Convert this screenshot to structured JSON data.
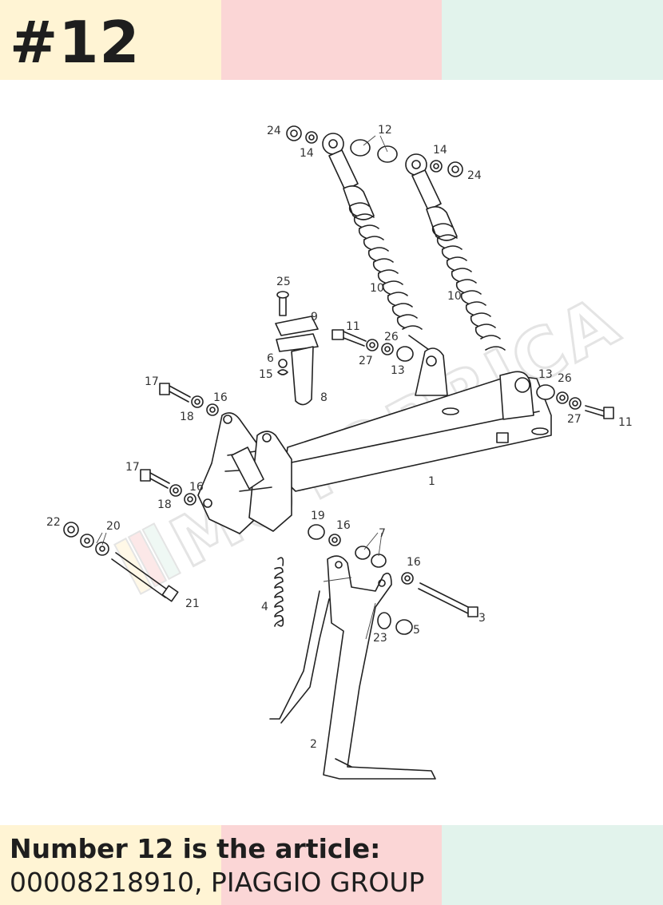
{
  "header": {
    "title": "#12",
    "band_colors": [
      "#fff4d4",
      "#fbd6d6",
      "#e2f3ec"
    ]
  },
  "diagram": {
    "callouts": [
      {
        "id": "c24a",
        "text": "24"
      },
      {
        "id": "c14a",
        "text": "14"
      },
      {
        "id": "c12",
        "text": "12"
      },
      {
        "id": "c14b",
        "text": "14"
      },
      {
        "id": "c24b",
        "text": "24"
      },
      {
        "id": "c25",
        "text": "25"
      },
      {
        "id": "c9",
        "text": "9"
      },
      {
        "id": "c10a",
        "text": "10"
      },
      {
        "id": "c10b",
        "text": "10"
      },
      {
        "id": "c11a",
        "text": "11"
      },
      {
        "id": "c26a",
        "text": "26"
      },
      {
        "id": "c27a",
        "text": "27"
      },
      {
        "id": "c13a",
        "text": "13"
      },
      {
        "id": "c6",
        "text": "6"
      },
      {
        "id": "c15",
        "text": "15"
      },
      {
        "id": "c8",
        "text": "8"
      },
      {
        "id": "c17a",
        "text": "17"
      },
      {
        "id": "c16a",
        "text": "16"
      },
      {
        "id": "c18a",
        "text": "18"
      },
      {
        "id": "c13b",
        "text": "13"
      },
      {
        "id": "c26b",
        "text": "26"
      },
      {
        "id": "c27b",
        "text": "27"
      },
      {
        "id": "c11b",
        "text": "11"
      },
      {
        "id": "c1",
        "text": "1"
      },
      {
        "id": "c17b",
        "text": "17"
      },
      {
        "id": "c16b",
        "text": "16"
      },
      {
        "id": "c18b",
        "text": "18"
      },
      {
        "id": "c22",
        "text": "22"
      },
      {
        "id": "c20",
        "text": "20"
      },
      {
        "id": "c19",
        "text": "19"
      },
      {
        "id": "c16c",
        "text": "16"
      },
      {
        "id": "c7",
        "text": "7"
      },
      {
        "id": "c16d",
        "text": "16"
      },
      {
        "id": "c21",
        "text": "21"
      },
      {
        "id": "c4",
        "text": "4"
      },
      {
        "id": "c3",
        "text": "3"
      },
      {
        "id": "c23",
        "text": "23"
      },
      {
        "id": "c5",
        "text": "5"
      },
      {
        "id": "c2",
        "text": "2"
      }
    ]
  },
  "caption": {
    "line1": "Number 12 is the article:",
    "line2": "00008218910, PIAGGIO GROUP"
  },
  "watermark": {
    "text": "MOTOBRICA",
    "stripe_colors": [
      "#fff4d4",
      "#fbd6d6",
      "#e2f3ec"
    ]
  }
}
